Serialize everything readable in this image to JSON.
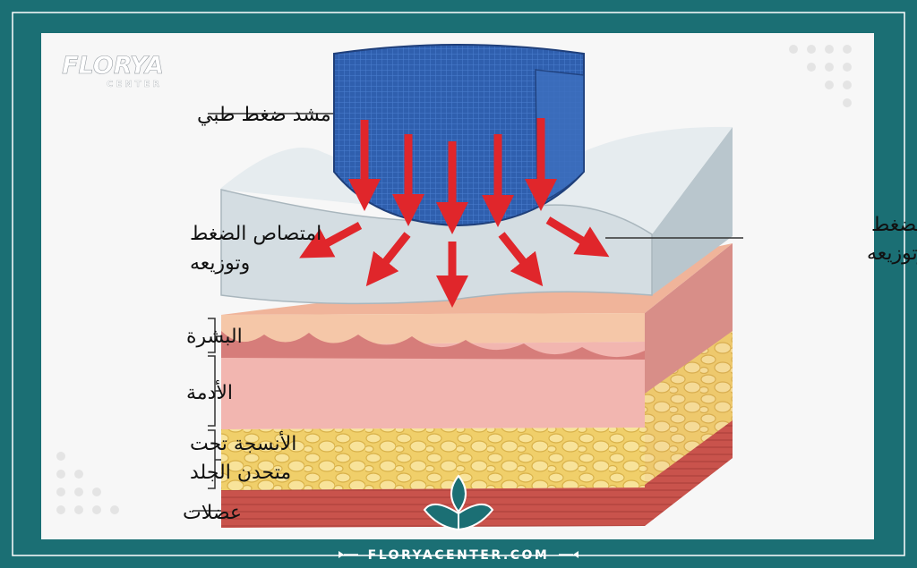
{
  "brand": {
    "logo_main": "FLORYA",
    "logo_sub": "CENTER",
    "footer_url": "FLORYACENTER.COM"
  },
  "labels": {
    "corset": "مشد ضغط طبي",
    "absorb_left_line1": "امتصاص الضغط",
    "absorb_left_line2": "وتوزيعه",
    "absorb_right_line1": "امتصاص الضغط",
    "absorb_right_line2": "وتوزيعه",
    "epidermis": "البشرة",
    "dermis": "الأدمة",
    "subcutaneous_line1": "الأنسجة تحت",
    "subcutaneous_line2": "متحدن الجلد",
    "muscles": "عضلات"
  },
  "colors": {
    "border_teal": "#1b6f74",
    "corset_blue": "#2f5fae",
    "arrow_red": "#e0262b",
    "foam_gray": "#d4dde2",
    "skin_pink": "#f2b3ae",
    "fat_yellow": "#f3d77a",
    "muscle_red": "#c9534c"
  }
}
